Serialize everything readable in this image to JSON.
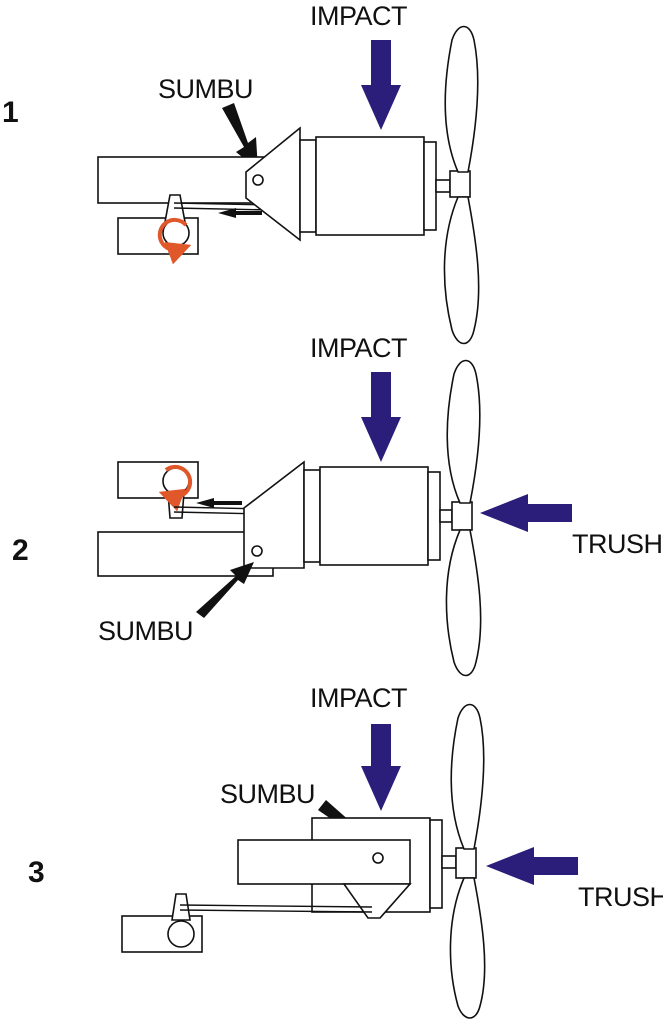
{
  "colors": {
    "force_arrow": "#2a1e7a",
    "pointer_arrow": "#111111",
    "rotation_arrow": "#e0572a",
    "outline": "#111111",
    "background": "#ffffff"
  },
  "panels": [
    {
      "number": "1",
      "impact_label": "IMPACT",
      "pivot_label": "SUMBU"
    },
    {
      "number": "2",
      "impact_label": "IMPACT",
      "pivot_label": "SUMBU",
      "thrust_label": "TRUSH"
    },
    {
      "number": "3",
      "impact_label": "IMPACT",
      "pivot_label": "SUMBU",
      "thrust_label": "TRUSH"
    }
  ]
}
